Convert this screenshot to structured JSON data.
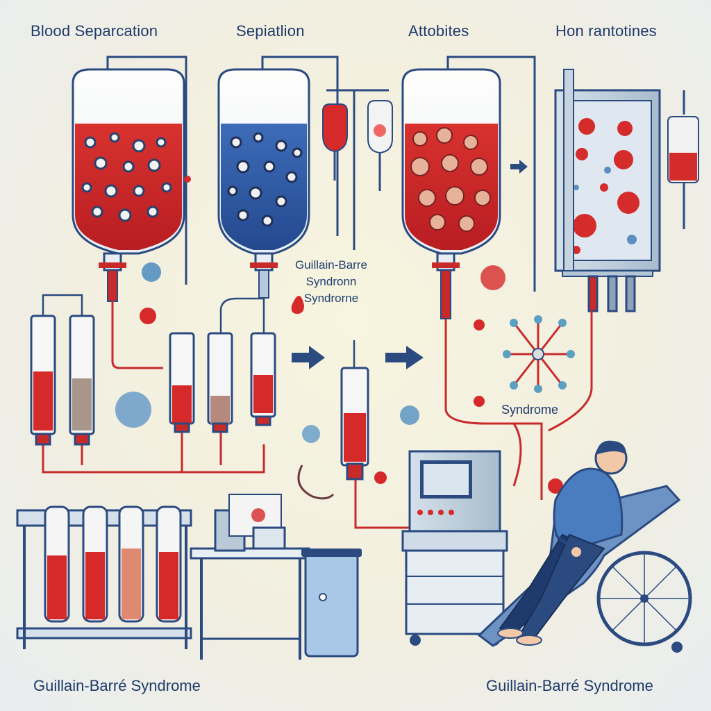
{
  "header_labels": [
    "Blood Separcation",
    "Sepiatlion",
    "Attobites",
    "Hon rantotines"
  ],
  "center_label": [
    "Guillain-Barre",
    "Syndronn",
    "Syndrorne"
  ],
  "syndrome_label": "Syndrome",
  "footer_labels": [
    "Guillain-Barré Syndrome",
    "Guillain-Barré Syndrome"
  ],
  "colors": {
    "blood": "#d62a2a",
    "plasma": "#2e5aa3",
    "outline": "#2a4a80",
    "machine": "#a9c2db",
    "patient": "#4a7cc0"
  }
}
